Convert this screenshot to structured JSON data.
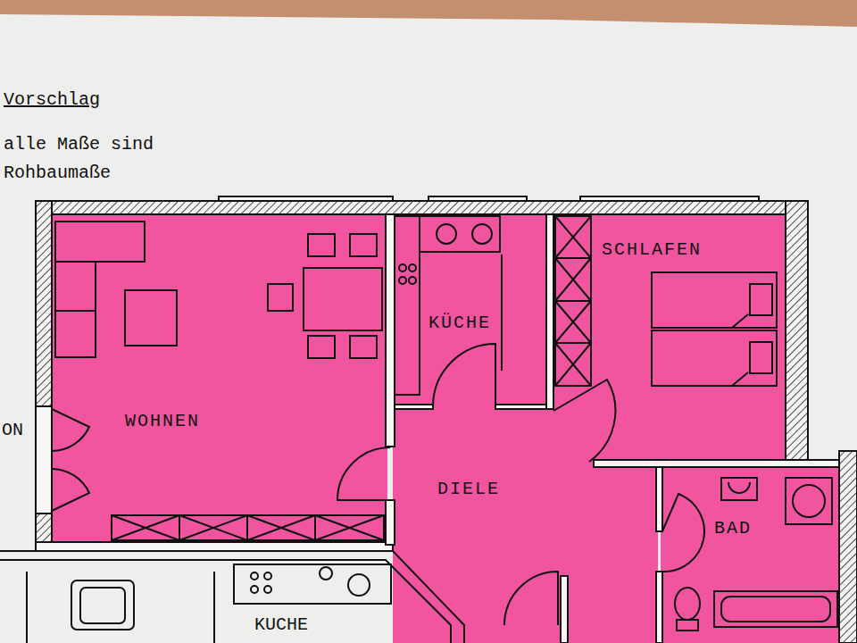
{
  "diagram": {
    "title": "Vorschlag",
    "nodes": [
      {
        "text": [
          "WOHNEN"
        ]
      },
      {
        "text": [
          "KÜCHE"
        ]
      },
      {
        "text": [
          "SCHLAFEN"
        ]
      },
      {
        "text": [
          "DIELE"
        ]
      },
      {
        "text": [
          "BAD"
        ]
      }
    ],
    "labels": [
      "alle Maße sind Rohbaumaße",
      "ON",
      "KUCHE"
    ]
  }
}
